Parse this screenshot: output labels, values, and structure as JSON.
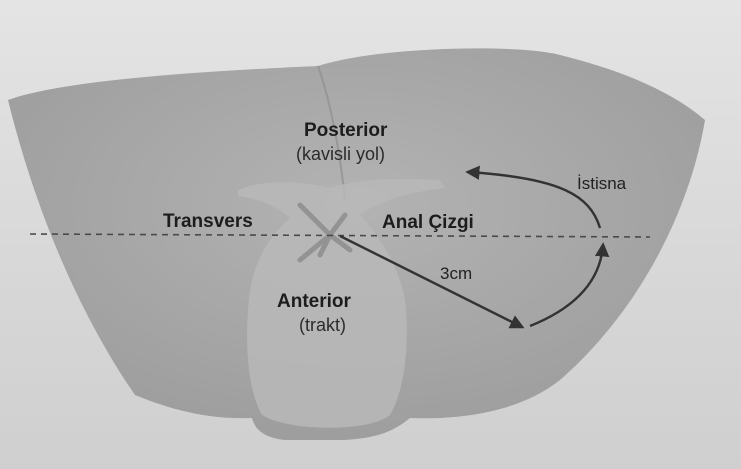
{
  "diagram": {
    "labels": {
      "posterior": "Posterior",
      "posterior_sub": "(kavisli yol)",
      "transverse": "Transvers",
      "anal_line": "Anal Çizgi",
      "distance": "3cm",
      "exception": "İstisna",
      "anterior": "Anterior",
      "anterior_sub": "(trakt)"
    },
    "colors": {
      "tissue": "#a9a9a9",
      "tissue_dark": "#8e8e8e",
      "anal_canal": "#b9b9b9",
      "arrow": "#333333",
      "line": "#4a4a4a",
      "text": "#1d1d1d"
    }
  }
}
